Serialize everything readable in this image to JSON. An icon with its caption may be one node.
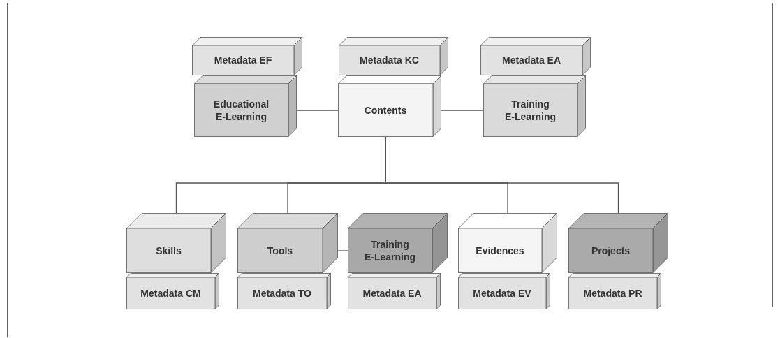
{
  "diagram": {
    "nodes": [
      {
        "text": [
          "Metadata EF"
        ]
      },
      {
        "text": [
          "Metadata KC"
        ]
      },
      {
        "text": [
          "Metadata EA"
        ]
      },
      {
        "text": [
          "Educational E-Learning"
        ]
      },
      {
        "text": [
          "Contents"
        ]
      },
      {
        "text": [
          "Training E-Learning"
        ]
      },
      {
        "text": [
          "Skills"
        ]
      },
      {
        "text": [
          "Tools"
        ]
      },
      {
        "text": [
          "Training E-Learning"
        ]
      },
      {
        "text": [
          "Evidences"
        ]
      },
      {
        "text": [
          "Projects"
        ]
      },
      {
        "text": [
          "Metadata CM"
        ]
      },
      {
        "text": [
          "Metadata TO"
        ]
      },
      {
        "text": [
          "Metadata EA"
        ]
      },
      {
        "text": [
          "Metadata EV"
        ]
      },
      {
        "text": [
          "Metadata PR"
        ]
      }
    ],
    "edges": [
      {
        "from": 3,
        "to": 4,
        "arrow": "none"
      },
      {
        "from": 4,
        "to": 5,
        "arrow": "none"
      },
      {
        "from": 4,
        "to": 6,
        "arrow": "none"
      },
      {
        "from": 4,
        "to": 7,
        "arrow": "none"
      },
      {
        "from": 4,
        "to": 9,
        "arrow": "none"
      },
      {
        "from": 4,
        "to": 10,
        "arrow": "none"
      },
      {
        "from": 7,
        "to": 8,
        "arrow": "none"
      }
    ]
  }
}
